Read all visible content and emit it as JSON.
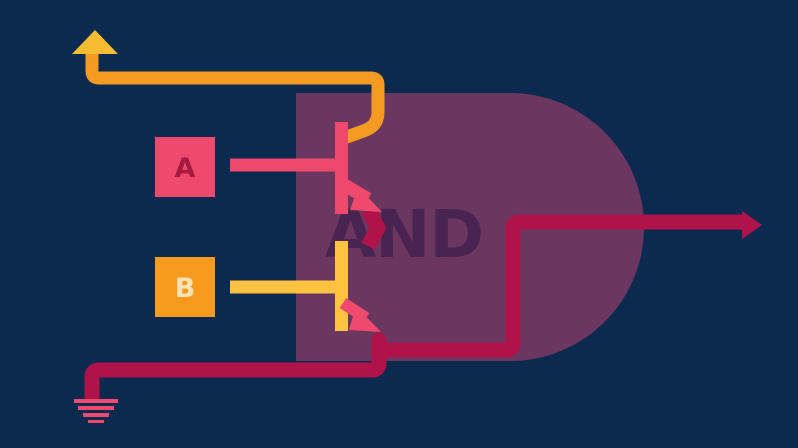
{
  "gate": {
    "label": "AND"
  },
  "inputs": [
    {
      "label": "A"
    },
    {
      "label": "B"
    }
  ],
  "colors": {
    "background": "#0c2a50",
    "gate_body": "#6b3760",
    "gate_text": "#4a2450",
    "power_wire": "#f59a22",
    "input_a": "#ef4a6e",
    "input_a_text": "#a8193f",
    "input_b": "#f79a1e",
    "input_b_wire": "#ffc341",
    "input_b_text": "#fde2b5",
    "output_wire": "#b0134a",
    "ground_symbol": "#ef4a6e"
  },
  "icons": [
    "power-supply-icon",
    "ground-icon",
    "output-arrow-icon"
  ]
}
